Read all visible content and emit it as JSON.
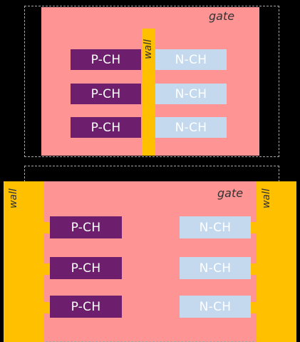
{
  "colors": {
    "background": "#000000",
    "gate": "#ff9494",
    "wall": "#ffc000",
    "p_channel": "#6d1f6e",
    "n_channel": "#c4d9ee"
  },
  "top_diagram": {
    "gate_label": "gate",
    "wall_label": "wall",
    "p_channels": [
      "P-CH",
      "P-CH",
      "P-CH"
    ],
    "n_channels": [
      "N-CH",
      "N-CH",
      "N-CH"
    ]
  },
  "bottom_diagram": {
    "gate_label": "gate",
    "left_wall_label": "wall",
    "right_wall_label": "wall",
    "p_channels": [
      "P-CH",
      "P-CH",
      "P-CH"
    ],
    "n_channels": [
      "N-CH",
      "N-CH",
      "N-CH"
    ]
  }
}
